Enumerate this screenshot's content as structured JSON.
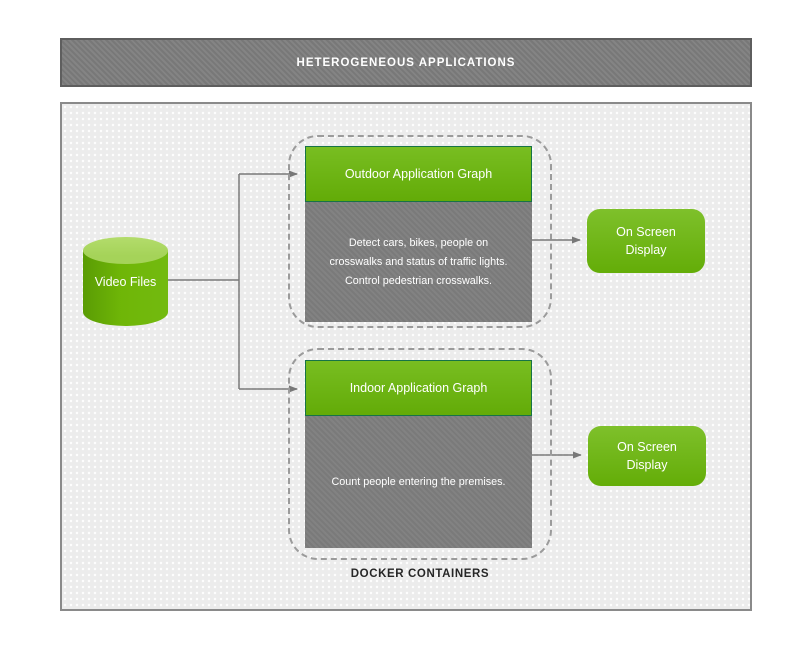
{
  "banner": {
    "title": "HETEROGENEOUS APPLICATIONS"
  },
  "cylinder": {
    "label": "Video Files"
  },
  "containers": [
    {
      "header": "Outdoor Application Graph",
      "body_lines": [
        "Detect cars, bikes, people on",
        "crosswalks and status of traffic lights.",
        "Control pedestrian crosswalks."
      ],
      "output": "On Screen Display"
    },
    {
      "header": "Indoor Application Graph",
      "body_lines": [
        "Count people entering the premises."
      ],
      "output": "On Screen Display"
    }
  ],
  "containers_label": "DOCKER CONTAINERS",
  "colors": {
    "green": "#69b608",
    "green_light": "#a5d359",
    "green_border": "#177347",
    "banner_gray": "#7d7d7d",
    "body_gray": "#7e7e7e",
    "canvas_bg": "#ececec",
    "connector_gray": "#787878",
    "docker_text": "#262626"
  }
}
